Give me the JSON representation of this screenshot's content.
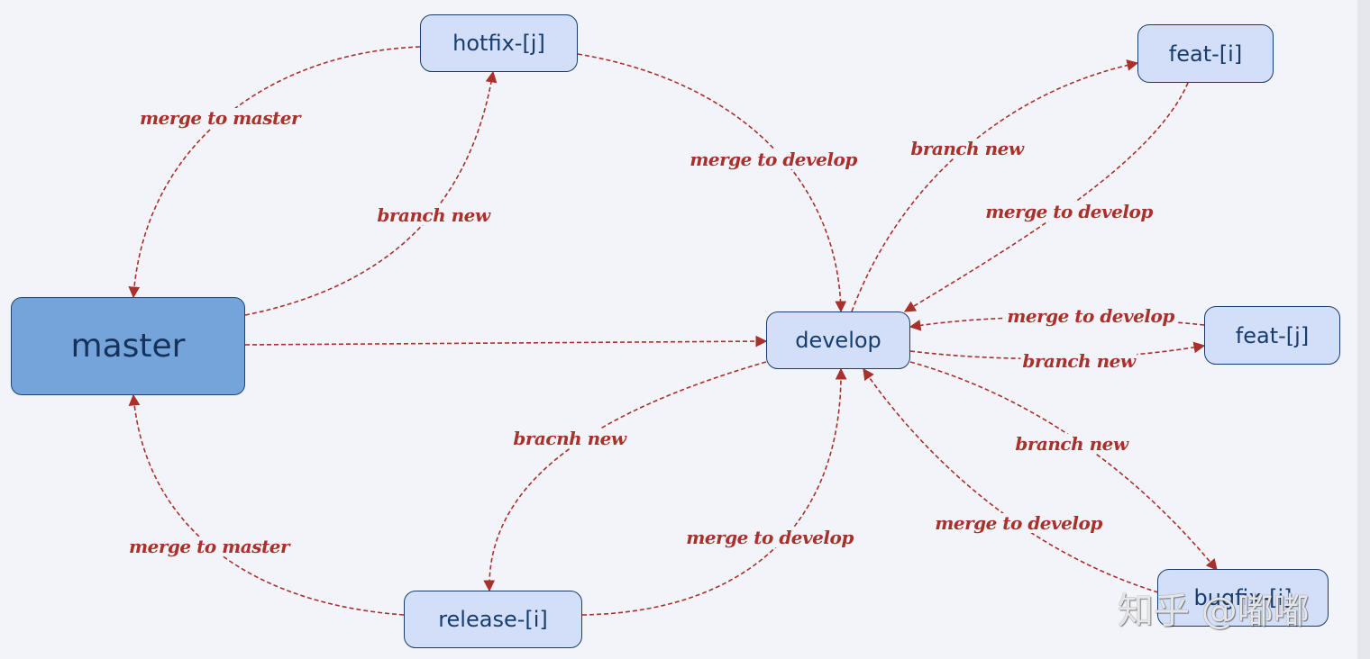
{
  "colors": {
    "background": "#f3f4f9",
    "node_fill": "#d3dff8",
    "node_border": "#173d6e",
    "master_fill": "#75a4da",
    "edge": "#a9302b"
  },
  "nodes": {
    "master": "master",
    "develop": "develop",
    "hotfix": "hotfix-[j]",
    "release": "release-[i]",
    "feat_i": "feat-[i]",
    "feat_j": "feat-[j]",
    "bugfix": "bugfix-[i]"
  },
  "edges": {
    "hotfix_to_master": "merge to master",
    "master_to_hotfix": "branch new",
    "hotfix_to_develop": "merge to develop",
    "develop_to_feat_i": "branch new",
    "feat_i_to_develop": "merge to develop",
    "feat_j_to_develop": "merge to develop",
    "develop_to_feat_j": "branch new",
    "develop_to_bugfix": "branch new",
    "bugfix_to_develop": "merge to develop",
    "develop_to_release": "bracnh new",
    "release_to_develop": "merge to develop",
    "release_to_master": "merge to master"
  },
  "watermark": "知乎 @嘟嘟"
}
